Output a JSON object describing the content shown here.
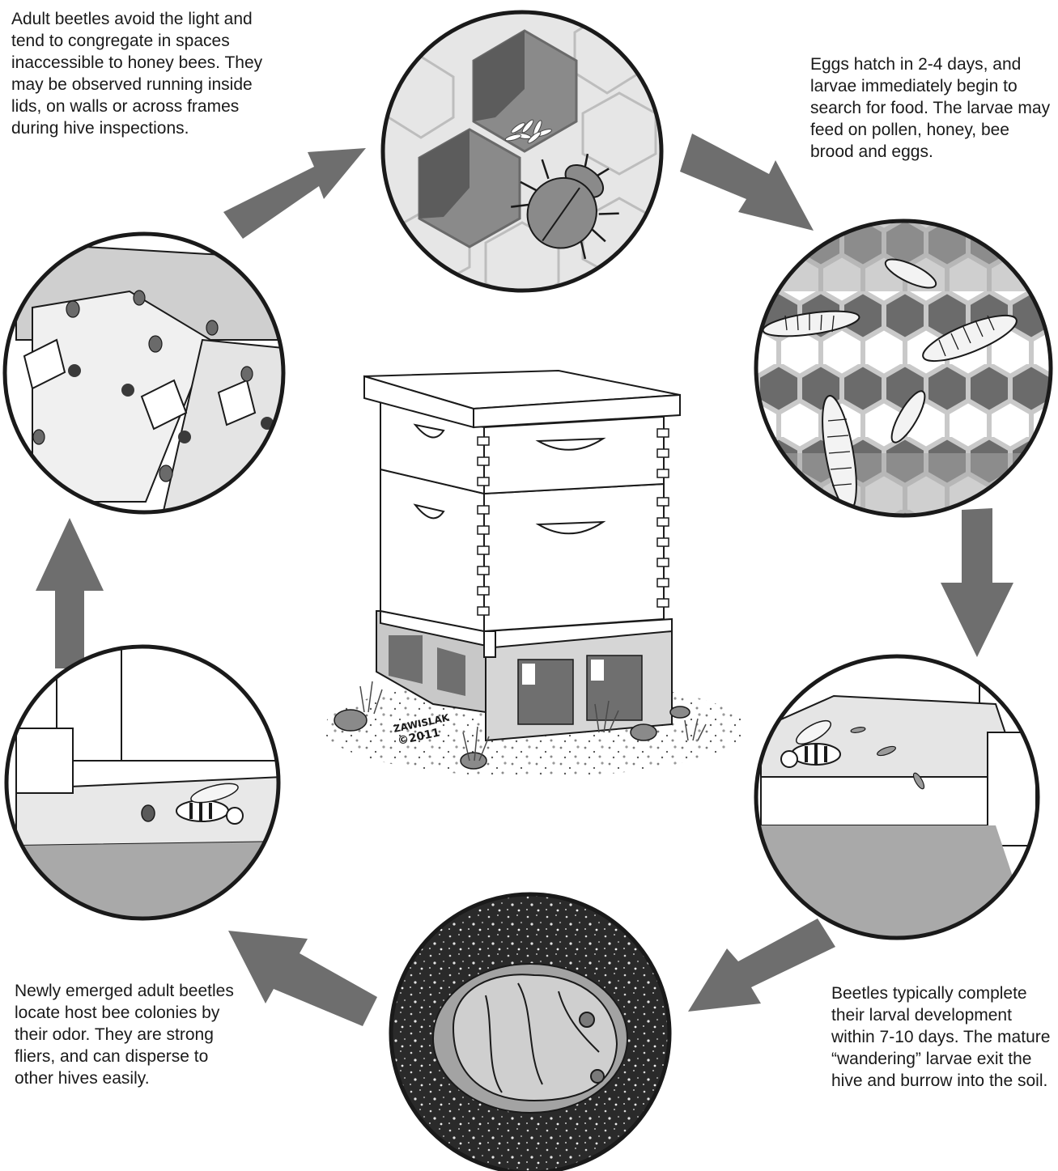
{
  "captions": {
    "adult_beetles": "Adult beetles avoid the light and tend to congregate in spaces inaccessible to honey bees. They may be observed running inside lids, on walls or across frames during hive inspections.",
    "eggs_hatch": "Eggs hatch in 2-4 days, and larvae immediately begin to search for food. The larvae may feed on pollen, honey, bee brood and eggs.",
    "newly_emerged": "Newly emerged adult beetles locate host bee colonies by their odor. They are strong fliers, and can disperse to other hives easily.",
    "larval_development": "Beetles typically complete their larval development within 7-10 days. The mature “wandering” larvae exit the hive and burrow into the soil."
  },
  "signature": {
    "artist": "ZAWISLAK",
    "year": "©2011"
  },
  "colors": {
    "arrow": "#6e6e6e",
    "outline": "#1a1a1a",
    "cell_dark": "#6b6b6b",
    "cell_mid": "#9a9a9a",
    "cell_light": "#d9d9d9",
    "soil": "#2a2a2a"
  }
}
